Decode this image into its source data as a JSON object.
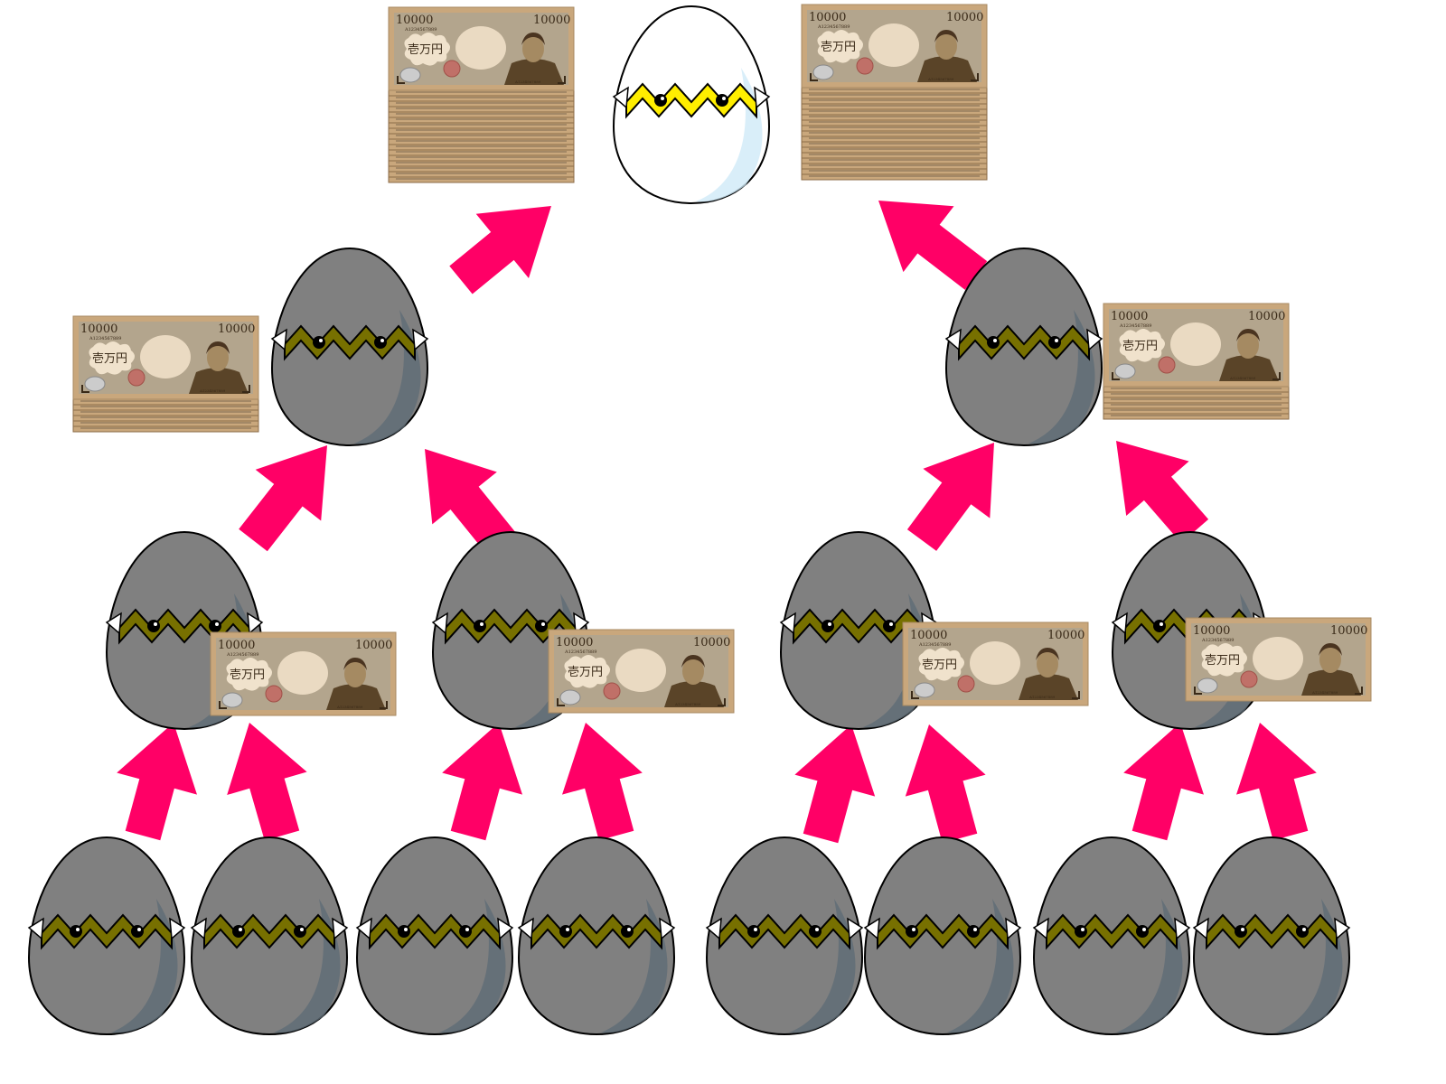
{
  "bill": {
    "denomination": "10000",
    "kanji_label": "壱万円",
    "serial": "A1234567889"
  },
  "colors": {
    "arrow": "#ff0066",
    "egg_gray": "#808080",
    "egg_shade": "#5e6b76",
    "egg_white": "#ffffff",
    "egg_white_shade": "#cfeaf8",
    "crack_dark": "#777000",
    "crack_gold": "#ffee00",
    "bill_border": "#c9a77c",
    "bill_face": "#b3a58d"
  },
  "structure": {
    "levels": [
      1,
      2,
      4,
      8
    ],
    "top_egg": "white",
    "other_eggs": "gray"
  }
}
